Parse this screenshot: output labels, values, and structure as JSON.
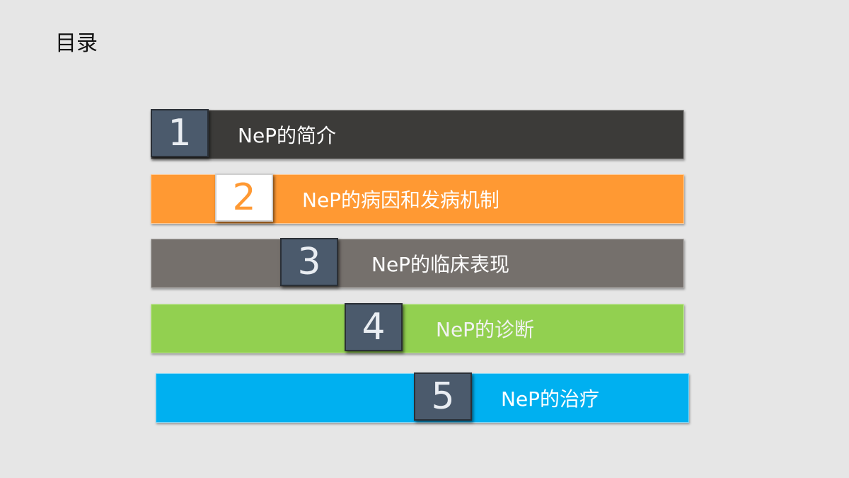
{
  "title": "目录",
  "items": [
    {
      "number": "1",
      "label": "NeP的简介",
      "bar_color": "#3c3b39",
      "label_color": "#ffffff"
    },
    {
      "number": "2",
      "label": "NeP的病因和发病机制",
      "bar_color": "#ff9933",
      "label_color": "#ffffff"
    },
    {
      "number": "3",
      "label": "NeP的临床表现",
      "bar_color": "#75706c",
      "label_color": "#ffffff"
    },
    {
      "number": "4",
      "label": "NeP的诊断",
      "bar_color": "#92d050",
      "label_color": "#f2f2f2"
    },
    {
      "number": "5",
      "label": "NeP的治疗",
      "bar_color": "#00b0f0",
      "label_color": "#ffffff"
    }
  ]
}
